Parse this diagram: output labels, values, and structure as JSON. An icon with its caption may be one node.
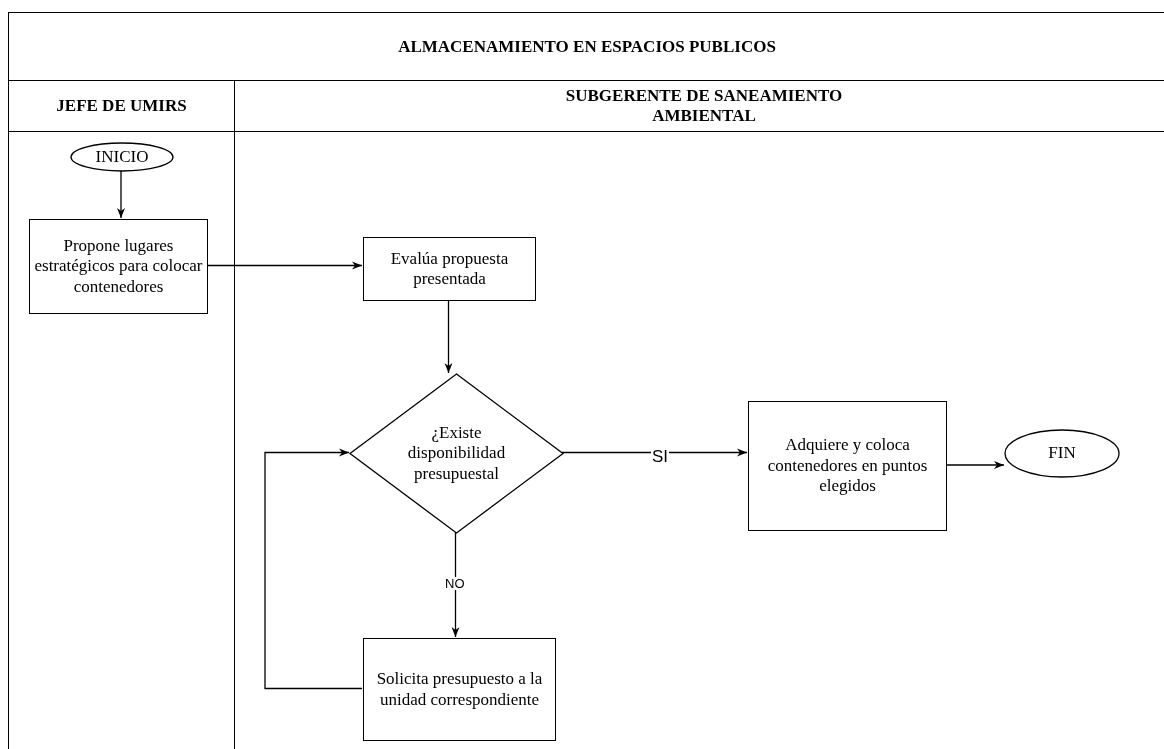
{
  "diagram": {
    "title": "ALMACENAMIENTO EN ESPACIOS PUBLICOS",
    "nodes": [
      {
        "text": [
          "JEFE DE UMIRS"
        ]
      },
      {
        "text": [
          "SUBGERENTE DE SANEAMIENTO AMBIENTAL"
        ]
      },
      {
        "text": [
          "INICIO"
        ],
        "in": 0
      },
      {
        "text": [
          "Propone lugares estratégicos para colocar contenedores"
        ],
        "in": 0
      },
      {
        "text": [
          "Evalúa propuesta presentada"
        ],
        "in": 1
      },
      {
        "text": [
          "¿Existe disponibilidad presupuestal"
        ],
        "in": 1
      },
      {
        "text": [
          "Adquiere y coloca contenedores en puntos elegidos"
        ],
        "in": 1
      },
      {
        "text": [
          "FIN"
        ],
        "in": 1
      },
      {
        "text": [
          "Solicita presupuesto a la unidad correspondiente"
        ],
        "in": 1
      }
    ],
    "edges": [
      {
        "from": 2,
        "to": 3,
        "arrow": "to"
      },
      {
        "from": 3,
        "to": 4,
        "arrow": "to"
      },
      {
        "from": 4,
        "to": 5,
        "arrow": "to"
      },
      {
        "from": 5,
        "to": 6,
        "arrow": "to",
        "label": "SI"
      },
      {
        "from": 6,
        "to": 7,
        "arrow": "to"
      },
      {
        "from": 5,
        "to": 8,
        "arrow": "to",
        "label": "NO"
      },
      {
        "from": 8,
        "to": 5,
        "arrow": "to"
      }
    ]
  }
}
